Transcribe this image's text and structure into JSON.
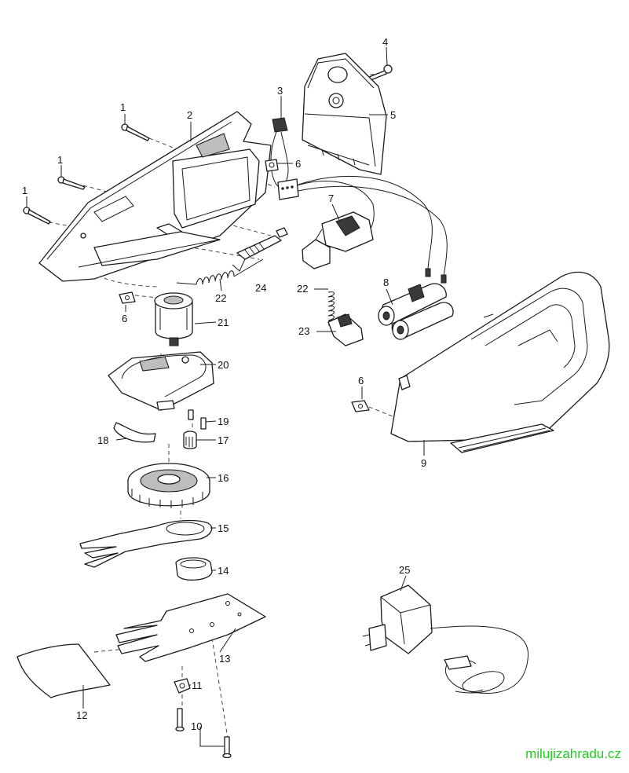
{
  "callouts": {
    "c1a": "1",
    "c1b": "1",
    "c1c": "1",
    "c2": "2",
    "c3": "3",
    "c4": "4",
    "c5": "5",
    "c6a": "6",
    "c6b": "6",
    "c6c": "6",
    "c7": "7",
    "c8": "8",
    "c9": "9",
    "c10": "10",
    "c11": "11",
    "c12": "12",
    "c13": "13",
    "c14": "14",
    "c15": "15",
    "c16": "16",
    "c17": "17",
    "c18": "18",
    "c19": "19",
    "c20": "20",
    "c21": "21",
    "c22a": "22",
    "c22b": "22",
    "c23": "23",
    "c24": "24",
    "c25": "25"
  },
  "watermark": "milujizahradu.cz",
  "colors": {
    "line": "#1a1a1a",
    "watermark": "#22cc22"
  }
}
